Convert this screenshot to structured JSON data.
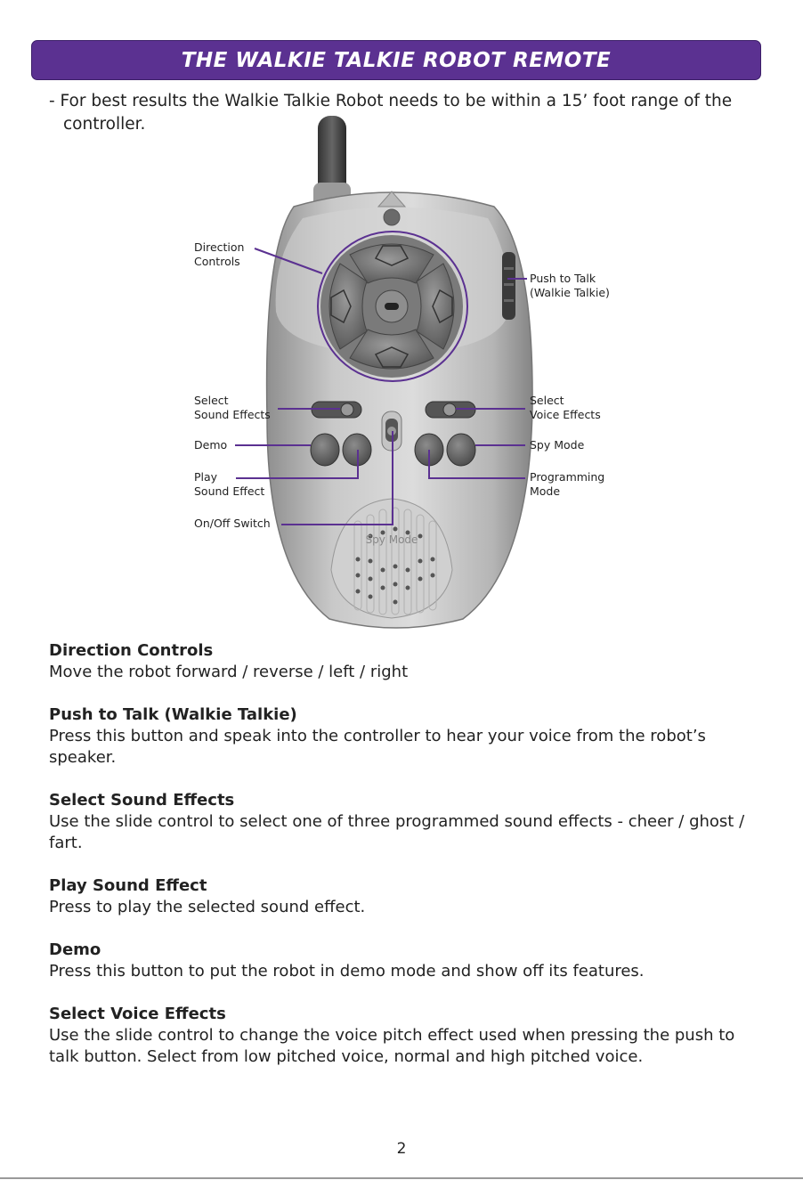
{
  "header": {
    "title": "THE WALKIE TALKIE ROBOT REMOTE",
    "color": "#5b3191"
  },
  "intro": "- For best results the Walkie Talkie Robot needs to be within a 15’ foot range of the controller.",
  "figure": {
    "labels": {
      "direction_controls": [
        "Direction",
        "Controls"
      ],
      "push_to_talk": [
        "Push to Talk",
        "(Walkie Talkie)"
      ],
      "select_sound_effects": [
        "Select",
        "Sound Effects"
      ],
      "select_voice_effects": [
        "Select",
        "Voice Effects"
      ],
      "demo": [
        "Demo"
      ],
      "spy_mode": [
        "Spy Mode"
      ],
      "play_sound_effect": [
        "Play",
        "Sound Effect"
      ],
      "programming_mode": [
        "Programming",
        "Mode"
      ],
      "on_off_switch": [
        "On/Off Switch"
      ]
    },
    "engraved_text": "Spy Mode",
    "leader_color": "#5b3191",
    "icons": [
      "remote-control-illustration",
      "antenna-icon",
      "d-pad-icon",
      "speaker-grille-icon"
    ]
  },
  "sections": [
    {
      "heading": "Direction Controls",
      "body": "Move the robot forward / reverse / left / right"
    },
    {
      "heading": "Push to Talk (Walkie Talkie)",
      "body": "Press this button and speak into the controller to hear your voice from the robot’s speaker."
    },
    {
      "heading": "Select Sound Effects",
      "body": "Use the slide control to select one of three programmed sound effects - cheer / ghost / fart."
    },
    {
      "heading": "Play Sound Effect",
      "body": "Press to play the selected sound effect."
    },
    {
      "heading": "Demo",
      "body": "Press this button to put the robot in demo mode and show off its features."
    },
    {
      "heading": "Select Voice Effects",
      "body": "Use the slide control to change the voice pitch effect used when pressing the push to talk button.  Select from low pitched voice, normal and high pitched voice."
    }
  ],
  "page_number": "2"
}
